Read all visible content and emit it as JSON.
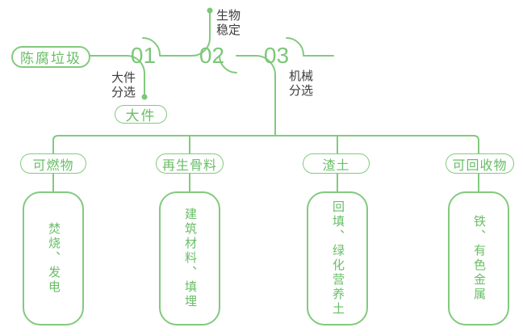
{
  "flow": {
    "source": "陈腐垃圾",
    "steps": [
      {
        "number": "01",
        "label": "大件\n分选",
        "result": "大件"
      },
      {
        "number": "02",
        "label": "生物\n稳定"
      },
      {
        "number": "03",
        "label": "机械\n分选"
      }
    ],
    "branches": [
      {
        "category": "可燃物",
        "detail": "焚烧、发电"
      },
      {
        "category": "再生骨料",
        "detail": "建筑材料、填埋"
      },
      {
        "category": "渣土",
        "detail": "回填、绿化营养土"
      },
      {
        "category": "可回收物",
        "detail": "铁、有色金属"
      }
    ],
    "colors": {
      "green_line": "#82ca7d",
      "green_text": "#68be66",
      "dark_text": "#3d3d3d"
    }
  }
}
